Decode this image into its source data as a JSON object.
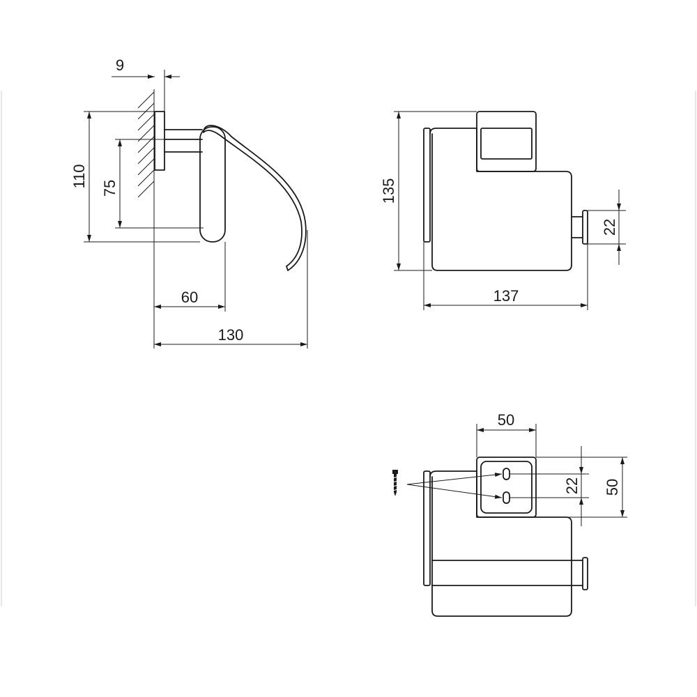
{
  "dimensions": {
    "side_view": {
      "wall_plate_thickness": "9",
      "height_outer": "110",
      "height_inner": "75",
      "depth_to_roll": "60",
      "total_depth": "130"
    },
    "front_view": {
      "height": "135",
      "width": "137",
      "axle_diameter": "22"
    },
    "top_view": {
      "plate_width": "50",
      "hole_spacing": "22",
      "plate_height": "50"
    }
  },
  "icons": {
    "screw": "screw-icon"
  }
}
